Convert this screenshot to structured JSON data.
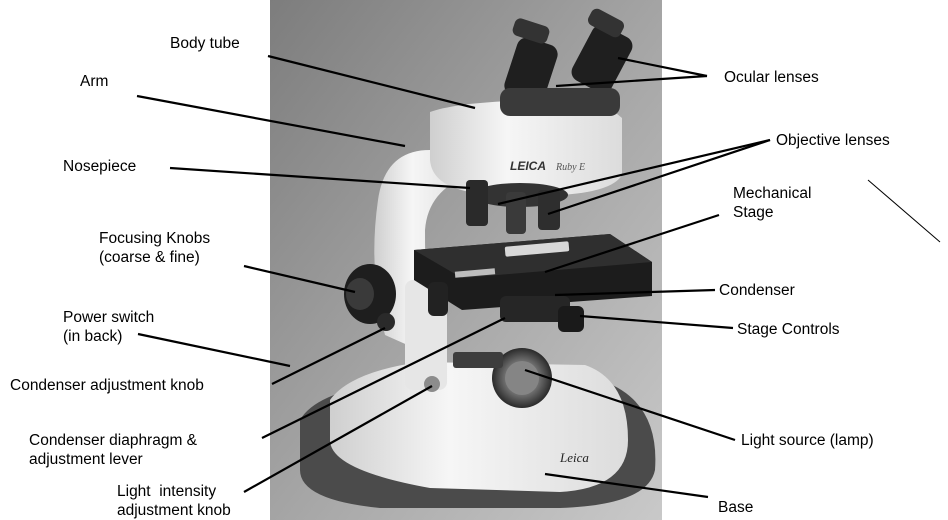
{
  "colors": {
    "background": "#ffffff",
    "label_text": "#000000",
    "leader_line": "#000000",
    "photo_backdrop": "#9a9a9a",
    "microscope_body": "#f1f1f1",
    "base_dark": "#4b4b4b",
    "stage_black": "#1c1c1c"
  },
  "brand": {
    "head_logo": "LEICA",
    "head_model": "Ruby E",
    "base_signature": "Leica"
  },
  "labels": {
    "body_tube": "Body tube",
    "arm": "Arm",
    "ocular_lenses": "Ocular lenses",
    "objective_lenses": "Objective lenses",
    "nosepiece": "Nosepiece",
    "mechanical_stage": [
      "Mechanical",
      "Stage"
    ],
    "focusing_knobs": [
      "Focusing Knobs",
      "(coarse & fine)"
    ],
    "condenser": "Condenser",
    "power_switch": [
      "Power switch",
      "(in back)"
    ],
    "stage_controls": "Stage Controls",
    "condenser_adjustment_knob": "Condenser adjustment knob",
    "condenser_diaphragm": [
      "Condenser diaphragm &",
      "adjustment lever"
    ],
    "light_source": "Light source (lamp)",
    "light_intensity": [
      "Light  intensity",
      "adjustment knob"
    ],
    "base": "Base"
  }
}
